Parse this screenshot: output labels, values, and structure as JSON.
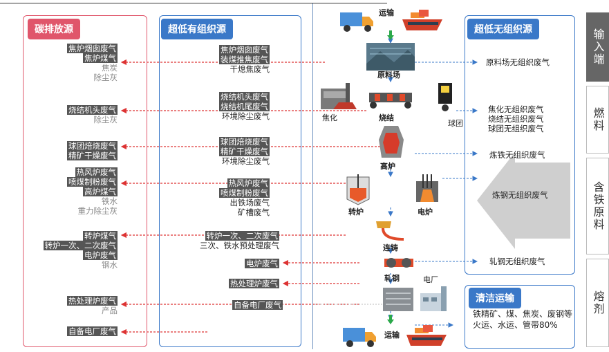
{
  "headers": {
    "carbon": "碳排放源",
    "organized": "超低有组织源",
    "unorganized": "超低无组织源",
    "clean": "清洁运输"
  },
  "carbon_items": [
    {
      "lines": [
        "焦炉烟囱废气",
        "焦炉煤气"
      ],
      "gray": [
        "焦炭",
        "除尘灰"
      ]
    },
    {
      "lines": [
        "烧结机头废气"
      ],
      "gray": [
        "除尘灰"
      ]
    },
    {
      "lines": [
        "球团焙烧废气",
        "精矿干燥废气"
      ],
      "gray": []
    },
    {
      "lines": [
        "热风炉废气",
        "喷煤制粉废气",
        "高炉煤气"
      ],
      "gray": [
        "铁水",
        "重力除尘灰"
      ]
    },
    {
      "lines": [
        "转炉煤气",
        "转炉一次、二次废气",
        "电炉废气"
      ],
      "gray": [
        "钢水"
      ]
    },
    {
      "lines": [
        "热处理炉废气"
      ],
      "gray": [
        "产品"
      ]
    },
    {
      "lines": [
        "自备电厂废气"
      ],
      "gray": []
    }
  ],
  "organized_items": [
    {
      "hl": [
        "焦炉烟囱废气",
        "装煤推焦废气"
      ],
      "plain": [
        "干熄焦废气"
      ]
    },
    {
      "hl": [
        "烧结机头废气",
        "烧结机尾废气"
      ],
      "plain": [
        "环境除尘废气"
      ]
    },
    {
      "hl": [
        "球团焙烧废气",
        "精矿干燥废气"
      ],
      "plain": [
        "环境除尘废气"
      ]
    },
    {
      "hl": [
        "热风炉废气",
        "喷煤制粉废气"
      ],
      "plain": [
        "出铁场废气",
        "矿槽废气"
      ]
    },
    {
      "hl": [
        "转炉一次、二次废气"
      ],
      "plain": [
        "三次、铁水预处理废气"
      ]
    },
    {
      "hl": [
        "电炉废气"
      ],
      "plain": []
    },
    {
      "hl": [
        "热处理炉废气"
      ],
      "plain": []
    },
    {
      "hl": [
        "自备电厂废气"
      ],
      "plain": []
    }
  ],
  "unorganized_items": [
    "原料场无组织废气",
    "焦化无组织废气",
    "烧结无组织废气",
    "球团无组织废气",
    "炼铁无组织废气",
    "炼钢无组织废气",
    "轧钢无组织废气"
  ],
  "process_labels": {
    "transport_in": "运输",
    "raw_yard": "原料场",
    "coking": "焦化",
    "sinter": "烧结",
    "pellet": "球团",
    "blast_furnace": "高炉",
    "converter": "转炉",
    "electric_furnace": "电炉",
    "casting": "连铸",
    "rolling": "轧钢",
    "power_plant": "电厂",
    "transport_out": "运输"
  },
  "clean_text": "铁精矿、煤、焦炭、废钢等火运、水运、管带80%",
  "side_tabs": [
    "输入端",
    "燃料",
    "含铁原料",
    "熔剂"
  ],
  "colors": {
    "red": "#e0566b",
    "blue": "#3a78c8",
    "hl": "#555555"
  }
}
